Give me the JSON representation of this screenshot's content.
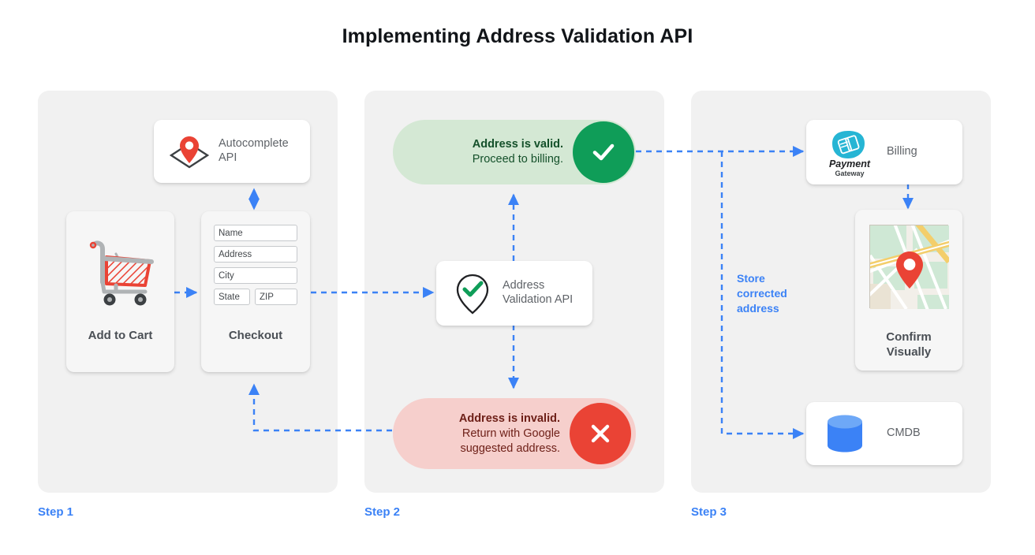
{
  "title": "Implementing Address Validation API",
  "accent": {
    "blue": "#3b82f6",
    "green": "#0f9d58",
    "green_pill_bg": "#d4e8d4",
    "green_text": "#14502a",
    "red": "#ea4335",
    "red_pill_bg": "#f6cfcc",
    "red_text": "#6d1f17",
    "panel_bg": "#f1f1f1",
    "card_bg": "#ffffff",
    "pin_red": "#ea4335",
    "cyan": "#26b5d4",
    "cmdb_blue": "#3b82f6"
  },
  "steps": [
    {
      "label": "Step 1"
    },
    {
      "label": "Step 2"
    },
    {
      "label": "Step 3"
    }
  ],
  "step1": {
    "autocomplete_card": {
      "text_line1": "Autocomplete",
      "text_line2": "API",
      "icon": "map-pin-diamond-icon"
    },
    "cart_card": {
      "label": "Add to Cart",
      "icon": "shopping-cart-icon"
    },
    "checkout_card": {
      "label": "Checkout",
      "fields": [
        {
          "placeholder": "Name"
        },
        {
          "placeholder": "Address"
        },
        {
          "placeholder": "City"
        },
        {
          "placeholder": "State"
        },
        {
          "placeholder": "ZIP"
        }
      ]
    }
  },
  "step2": {
    "valid_pill": {
      "bold": "Address is valid.",
      "normal": "Proceed to billing.",
      "badge_icon": "check-icon"
    },
    "invalid_pill": {
      "bold": "Address is invalid.",
      "line2": "Return with Google",
      "line3": "suggested address.",
      "badge_icon": "close-icon"
    },
    "validation_card": {
      "text_line1": "Address",
      "text_line2": "Validation API",
      "icon": "pin-check-icon"
    }
  },
  "step3": {
    "billing_card": {
      "label": "Billing",
      "logo_line1": "Payment",
      "logo_line2": "Gateway",
      "icon": "payment-gateway-icon"
    },
    "confirm_card": {
      "label_line1": "Confirm",
      "label_line2": "Visually",
      "icon": "map-thumbnail-icon"
    },
    "cmdb_card": {
      "label": "CMDB",
      "icon": "database-cylinder-icon"
    },
    "store_note": {
      "line1": "Store",
      "line2": "corrected",
      "line3": "address"
    }
  }
}
